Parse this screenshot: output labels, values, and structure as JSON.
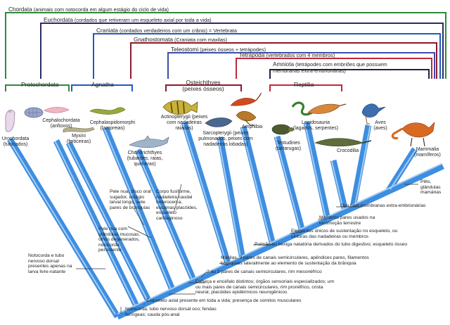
{
  "headers": {
    "chordata": {
      "name": "Chordata",
      "desc": "(animais com notocorda em algum estágio do ciclo de vida)"
    },
    "euchordata": {
      "name": "Euchordata",
      "desc": "(cordados que retiveram um esqueleto axial por toda a vida)"
    },
    "craniata": {
      "name": "Craniata",
      "desc": "(cordados verdadeiros com um crânio) = Vertebrata"
    },
    "gnathostomata": {
      "name": "Gnathostomata",
      "desc": "(Craniata com maxilas)"
    },
    "teleostomi": {
      "name": "Teleostomi",
      "desc": "(peixes ósseos + tetrápodes)"
    },
    "tetrapoda": {
      "name": "Tetrapoda",
      "desc": "(vertebrados com 4 membros)"
    },
    "amniota": {
      "name": "Amniota",
      "desc": "(tetrápodes com embriões que possuem membranas extra-embrionárias)"
    }
  },
  "groups": {
    "protochordata": "Protochordata",
    "agnatha": "Agnatha",
    "osteichthyes": "Osteichthyes (peixes ósseos)",
    "reptilia": "Reptilia"
  },
  "taxa": {
    "urochordata": "Urochordata (tunicados)",
    "cephalochordata": "Cephalochordata (anfioxos)",
    "myxini": "Myxini (feiticeiras)",
    "cephalaspidomorphi": "Cephalaspidomorphi (lampreias)",
    "chondrichthyes": "Chondrichthyes (tubarões, raias, quimeras)",
    "actinopterygii": "Actinopterygii (peixes com nadadeiras raiadas)",
    "sarcopterygii": "Sarcopterygii (peixes pulmonados, peixes com nadadeiras lobadas)",
    "amphibia": "Amphibia",
    "testudines": "Testudines (tartarugas)",
    "lepidosauria": "Lepidosauria (lagartos, serpentes)",
    "crocodilia": "Crocodilia",
    "aves": "Aves (aves)",
    "mammalia": "Mammalia (mamíferos)"
  },
  "characters": {
    "pelo": "Pêlo, glândulas mamárias",
    "ovo": "Ovo com membranas extra-embrionárias",
    "membros": "Membros pares usados na locomoção terrestre",
    "elementos": "Elementos únicos de sustentação no esqueleto, ou cinturas das nadadeiras ou membros",
    "pulmao": "Pulmão ou bexiga natatória derivados do tubo digestivo; esqueleto ósseo",
    "maxilas": "Maxilas, 3 pares de canais semicirculares, apêndices pares, filamentos branquiais lateralmente ao elemento de sustentação da brânquia",
    "canais": "2 ou 3 pares de canais semicirculares, rim mesonéfrico",
    "cabeca": "Cabeça e encéfalo distintos; órgãos sensoriais especializados; um ou mais pares de canais semicirculares, rim pronéfrico, crista neural, placóides epidérmicos neurogênicos",
    "esqueleto": "Esqueleto axial presente em toda a vida; presença de somitos musculares",
    "notocorda": "Notocorda; tubo nervoso dorsal oco; fendas faríngeas; cauda pós-anal"
  },
  "annotations": {
    "tunicados_larva": "Notocorda e tubo nervoso dorsal presentes apenas na larva livre-natante",
    "myxini_pele": "Pele nua com glândulas mucosas, olhos degenerados, notocorda persistente",
    "lampreia_pele": "Pele nua, disco oral sugador, estágio larval longo, sete pares de brânquias",
    "tubarao_corpo": "Corpo fusiforme, nadadeira caudal heterocerca, escamas placóides, esqueleto cartilaginoso"
  },
  "colors": {
    "chordata": "#2e8b3a",
    "euchordata": "#2a2a6a",
    "craniata": "#1f5bbf",
    "gnathostomata": "#8b1a2e",
    "teleostomi": "#3a4ea8",
    "tetrapoda": "#c0283a",
    "amniota": "#222244",
    "branch": "#3d8ee0",
    "branch_light": "#ffffff"
  },
  "icons": [
    "tunicate-icon",
    "lancelet-icon",
    "hagfish-icon",
    "lamprey-icon",
    "shark-icon",
    "perch-icon",
    "lungfish-icon",
    "salamander-icon",
    "frog-icon",
    "turtle-icon",
    "snake-icon",
    "lizard-icon",
    "crocodile-icon",
    "kingfisher-icon",
    "fox-icon"
  ]
}
